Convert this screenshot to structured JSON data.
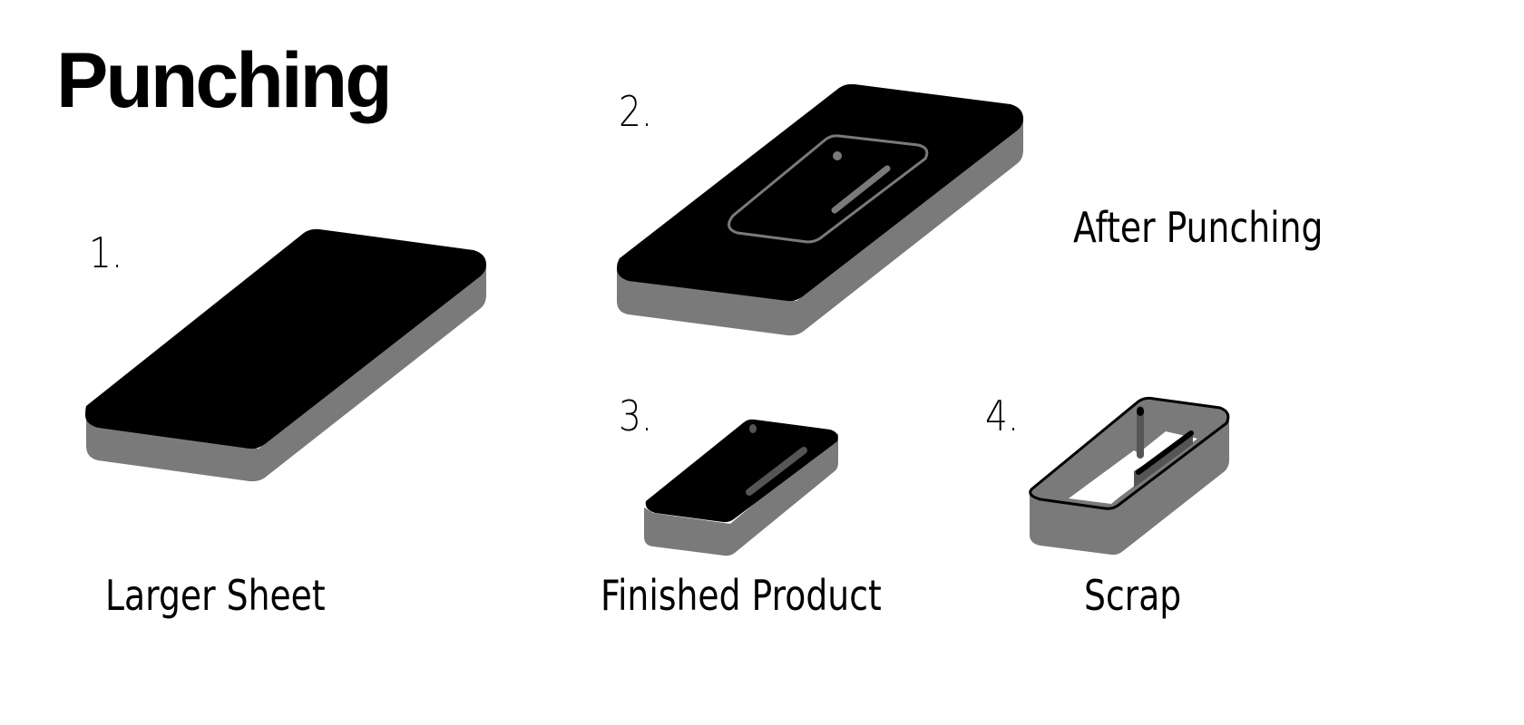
{
  "title": "Punching",
  "steps": [
    {
      "number": "1.",
      "label": "Larger Sheet"
    },
    {
      "number": "2.",
      "label": "After Punching"
    },
    {
      "number": "3.",
      "label": "Finished Product"
    },
    {
      "number": "4.",
      "label": "Scrap"
    }
  ],
  "colors": {
    "top_face": "#000000",
    "side_face": "#7a7a7a",
    "cut_line": "#7a7a7a",
    "background": "#ffffff"
  }
}
